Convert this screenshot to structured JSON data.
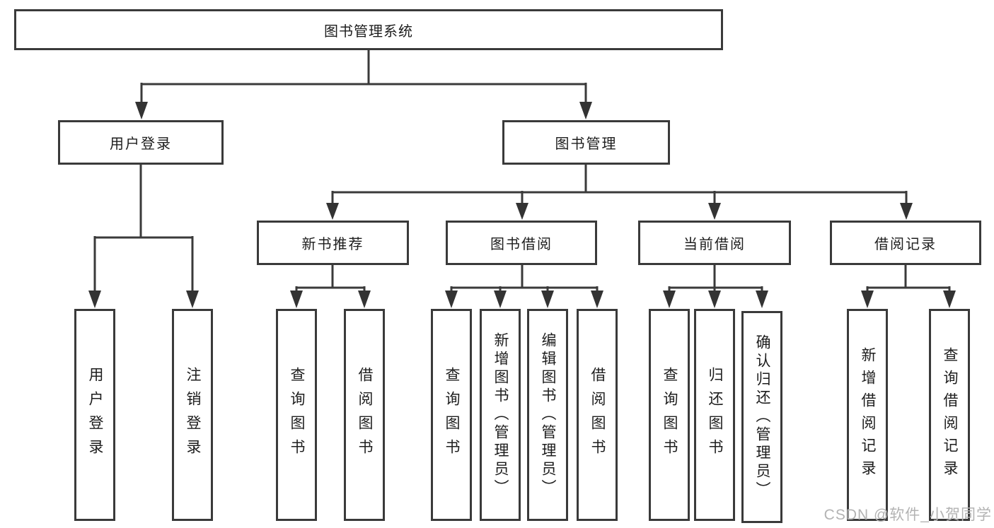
{
  "nodes": {
    "root": "图书管理系统",
    "level2": {
      "user_login": "用户登录",
      "book_management": "图书管理"
    },
    "level3": {
      "new_book_recommend": "新书推荐",
      "book_borrow": "图书借阅",
      "current_borrow": "当前借阅",
      "borrow_records": "借阅记录"
    },
    "leaves": {
      "user_login": "用户登录",
      "logout_login": "注销登录",
      "recommend_query_books": "查询图书",
      "recommend_borrow_books": "借阅图书",
      "borrow_query_books": "查询图书",
      "borrow_add_books": "新增图书（管理员）",
      "borrow_edit_books": "编辑图书（管理员）",
      "borrow_borrow_books": "借阅图书",
      "current_query_books": "查询图书",
      "current_return_books": "归还图书",
      "current_confirm_return": "确认归还（管理员）",
      "records_add_record": "新增借阅记录",
      "records_query_record": "查询借阅记录"
    }
  },
  "watermark": "CSDN @软件_小贺同学",
  "colors": {
    "line": "#3a3a3a",
    "border": "#3a3a3a",
    "text": "#1d1d1d",
    "watermark": "#b3b3b3",
    "background": "#ffffff"
  }
}
